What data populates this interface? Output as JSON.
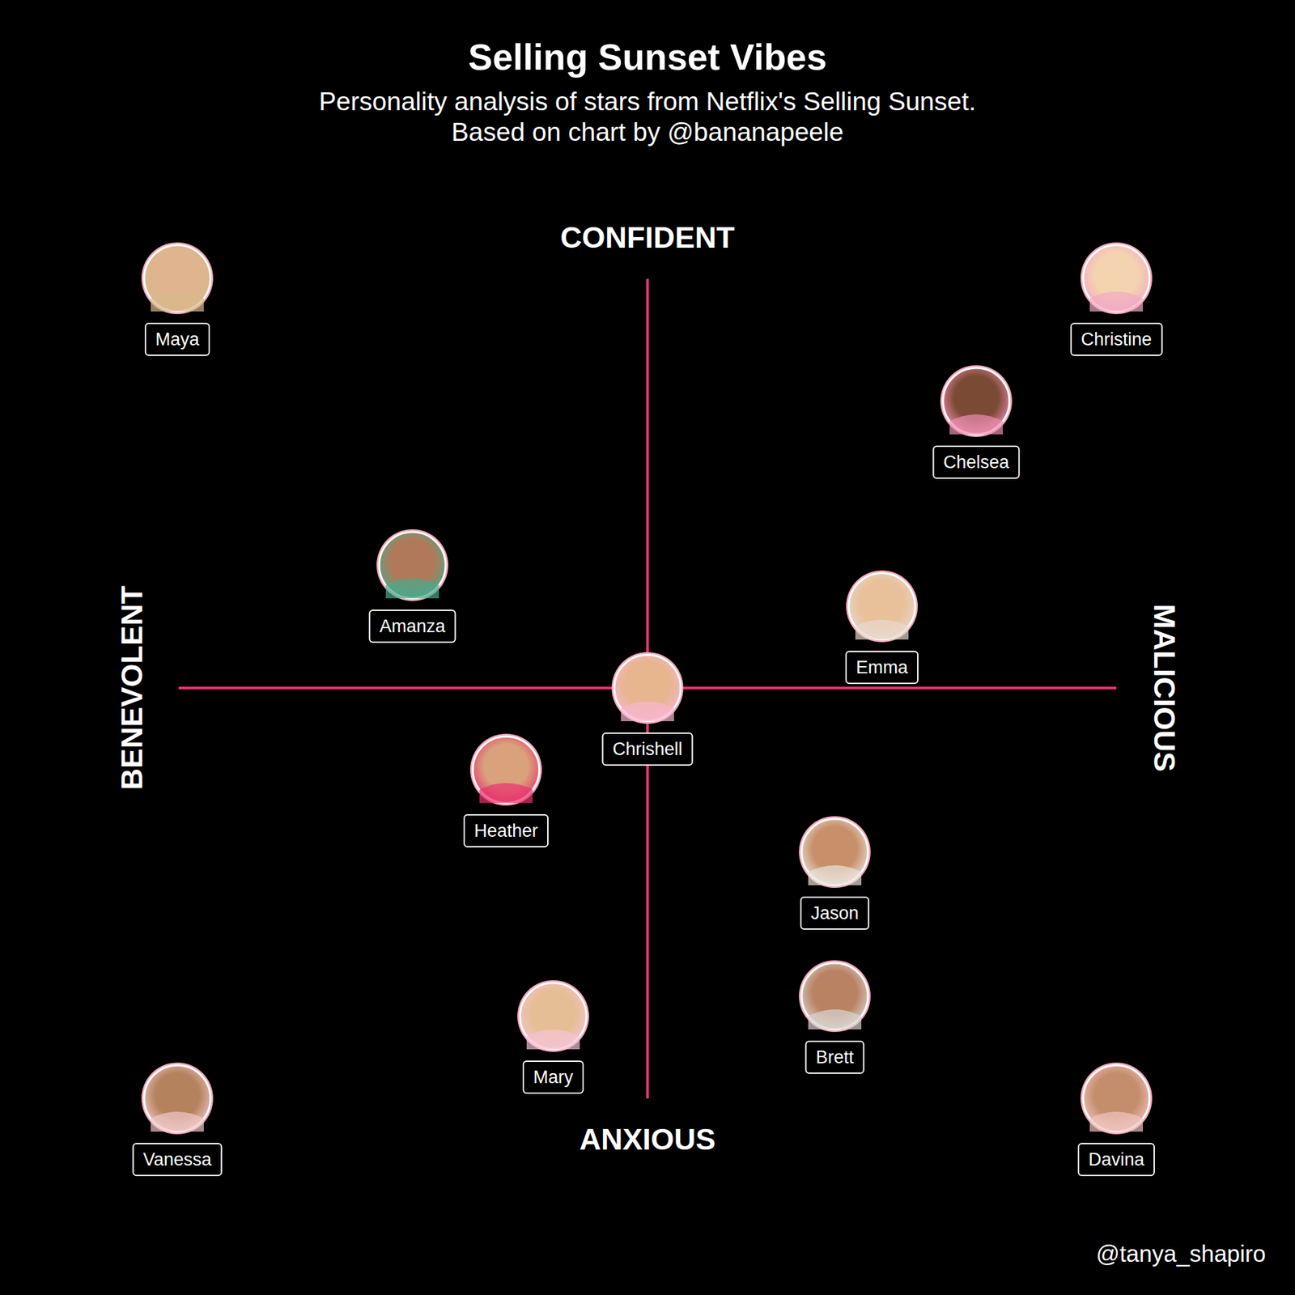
{
  "diagram": {
    "title": "Selling Sunset Vibes",
    "nodes": [
      {
        "text": [
          "Maya"
        ]
      },
      {
        "text": [
          "Christine"
        ]
      },
      {
        "text": [
          "Chelsea"
        ]
      },
      {
        "text": [
          "Amanza"
        ]
      },
      {
        "text": [
          "Emma"
        ]
      },
      {
        "text": [
          "Chrishell"
        ]
      },
      {
        "text": [
          "Heather"
        ]
      },
      {
        "text": [
          "Jason"
        ]
      },
      {
        "text": [
          "Brett"
        ]
      },
      {
        "text": [
          "Mary"
        ]
      },
      {
        "text": [
          "Vanessa"
        ]
      },
      {
        "text": [
          "Davina"
        ]
      }
    ],
    "labels": [
      "Personality analysis of stars from Netflix's Selling Sunset.",
      "Based on chart by @bananapeele",
      "CONFIDENT",
      "ANXIOUS",
      "BENEVOLENT",
      "MALICIOUS",
      "@tanya_shapiro"
    ]
  }
}
